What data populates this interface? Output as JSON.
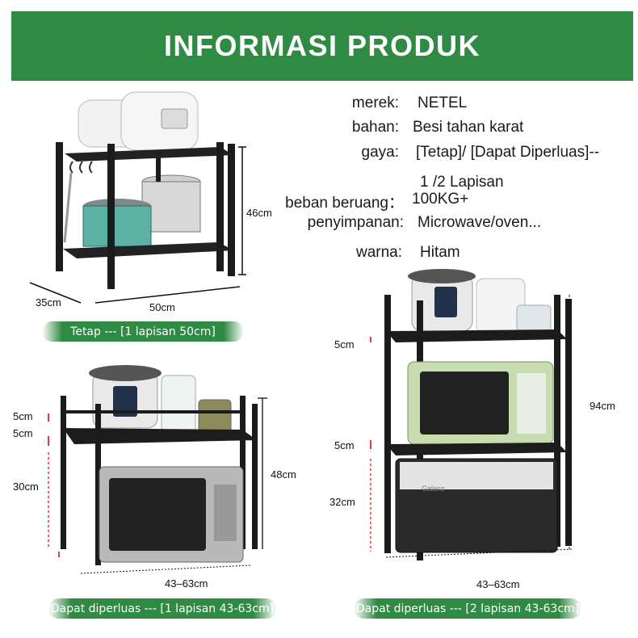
{
  "header": {
    "title": "INFORMASI PRODUK"
  },
  "specs": [
    {
      "label": "merek:",
      "value": "NETEL"
    },
    {
      "label": "bahan:",
      "value": "Besi tahan karat"
    },
    {
      "label": "gaya:",
      "value": "[Tetap]/ [Dapat Diperluas]--"
    },
    {
      "label": "",
      "value": "1 /2 Lapisan"
    },
    {
      "label": "beban beruang：",
      "value": "100KG+"
    },
    {
      "label": "penyimpanan:",
      "value": "Microwave/oven..."
    },
    {
      "label": "warna:",
      "value": "Hitam"
    }
  ],
  "panels": {
    "fixed": {
      "caption": "Tetap --- [1 lapisan 50cm]",
      "dims": {
        "height": "46cm",
        "depth": "35cm",
        "width": "50cm"
      }
    },
    "expand1": {
      "caption": "Dapat diperluas --- [1 lapisan 43-63cm]",
      "dims": {
        "top_gap": "5cm",
        "gap2": "5cm",
        "lower": "30cm",
        "total": "48cm",
        "width": "43–63cm"
      }
    },
    "expand2": {
      "caption": "Dapat diperluas --- [2 lapisan 43-63cm]",
      "dims": {
        "top_gap": "5cm",
        "mid_gap": "5cm",
        "lower": "32cm",
        "total": "94cm",
        "width": "43–63cm"
      },
      "appliance_labels": {
        "microwave_brand": "Galanz"
      }
    }
  },
  "colors": {
    "banner": "#2f8a43",
    "dim_marker": "#e23b3b",
    "rack": "#1b1b1b"
  }
}
